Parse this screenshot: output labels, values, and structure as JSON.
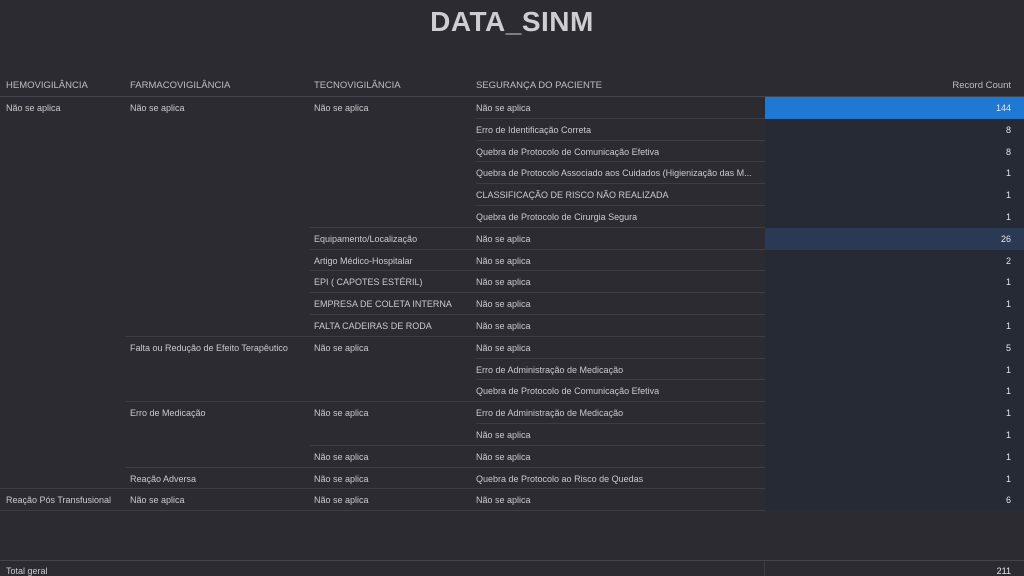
{
  "title": "DATA_SINM",
  "headers": {
    "hemo": "HEMOVIGILÂNCIA",
    "farmaco": "FARMACOVIGILÂNCIA",
    "tecno": "TECNOVIGILÂNCIA",
    "seguranca": "SEGURANÇA DO PACIENTE",
    "count": "Record Count"
  },
  "rows": [
    {
      "hemo": "Não se aplica",
      "farmaco": "Não se aplica",
      "tecno": "Não se aplica",
      "seg": "Não se aplica",
      "count": 144
    },
    {
      "hemo": "",
      "farmaco": "",
      "tecno": "",
      "seg": "Erro de Identificação Correta",
      "count": 8
    },
    {
      "hemo": "",
      "farmaco": "",
      "tecno": "",
      "seg": "Quebra de Protocolo de Comunicação Efetiva",
      "count": 8
    },
    {
      "hemo": "",
      "farmaco": "",
      "tecno": "",
      "seg": "Quebra de Protocolo Associado aos Cuidados (Higienização das M...",
      "count": 1
    },
    {
      "hemo": "",
      "farmaco": "",
      "tecno": "",
      "seg": "CLASSIFICAÇÃO DE RISCO NÃO REALIZADA",
      "count": 1
    },
    {
      "hemo": "",
      "farmaco": "",
      "tecno": "",
      "seg": "Quebra de Protocolo de Cirurgia Segura",
      "count": 1
    },
    {
      "hemo": "",
      "farmaco": "",
      "tecno": "Equipamento/Localização",
      "seg": "Não se aplica",
      "count": 26
    },
    {
      "hemo": "",
      "farmaco": "",
      "tecno": "Artigo Médico-Hospitalar",
      "seg": "Não se aplica",
      "count": 2
    },
    {
      "hemo": "",
      "farmaco": "",
      "tecno": "EPI ( CAPOTES ESTÉRIL)",
      "seg": "Não se aplica",
      "count": 1
    },
    {
      "hemo": "",
      "farmaco": "",
      "tecno": "EMPRESA DE COLETA INTERNA",
      "seg": "Não se aplica",
      "count": 1
    },
    {
      "hemo": "",
      "farmaco": "",
      "tecno": "FALTA CADEIRAS DE RODA",
      "seg": "Não se aplica",
      "count": 1
    },
    {
      "hemo": "",
      "farmaco": "Falta ou Redução de Efeito Terapêutico",
      "tecno": "Não se aplica",
      "seg": "Não se aplica",
      "count": 5
    },
    {
      "hemo": "",
      "farmaco": "",
      "tecno": "",
      "seg": "Erro de Administração de Medicação",
      "count": 1
    },
    {
      "hemo": "",
      "farmaco": "",
      "tecno": "",
      "seg": "Quebra de Protocolo de Comunicação Efetiva",
      "count": 1
    },
    {
      "hemo": "",
      "farmaco": "Erro de Medicação",
      "tecno": "Não se aplica",
      "seg": "Erro de Administração de Medicação",
      "count": 1
    },
    {
      "hemo": "",
      "farmaco": "",
      "tecno": "",
      "seg": "Não se aplica",
      "count": 1
    },
    {
      "hemo": "",
      "farmaco": "",
      "tecno": "Não se aplica",
      "seg": "Não se aplica",
      "count": 1
    },
    {
      "hemo": "",
      "farmaco": "Reação Adversa",
      "tecno": "Não se aplica",
      "seg": "Quebra de Protocolo ao Risco de Quedas",
      "count": 1
    },
    {
      "hemo": "Reação Pós Transfusional",
      "farmaco": "Não se aplica",
      "tecno": "Não se aplica",
      "seg": "Não se aplica",
      "count": 6
    }
  ],
  "footer": {
    "label": "Total geral",
    "total": "211"
  },
  "colors": {
    "max": "#1f78d1",
    "low": "#262a34",
    "mid": "#2a3a55"
  }
}
